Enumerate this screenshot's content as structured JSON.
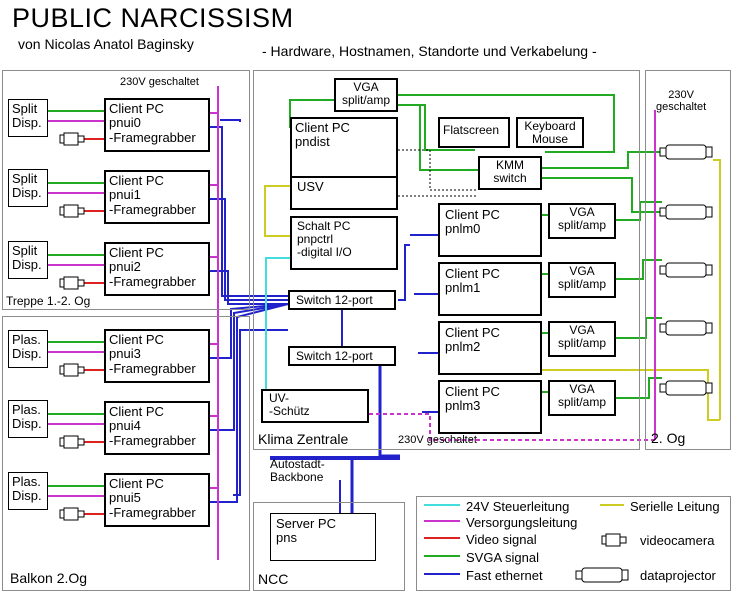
{
  "header": {
    "title": "PUBLIC NARCISSISM",
    "author": "von Nicolas Anatol Baginsky",
    "subtitle": "- Hardware, Hostnamen, Standorte und Verkabelung -"
  },
  "regions": {
    "treppe": "Treppe 1.-2. Og",
    "balkon": "Balkon 2.Og",
    "klima": "Klima Zentrale",
    "og2": "2. Og",
    "ncc": "NCC"
  },
  "power_labels": {
    "left": "230V geschaltet",
    "right": "230V\ngeschaltet",
    "bottom": "230V geschaltet"
  },
  "displays": [
    "Split\nDisp.",
    "Split\nDisp.",
    "Split\nDisp.",
    "Plas.\nDisp.",
    "Plas.\nDisp.",
    "Plas.\nDisp."
  ],
  "client_left": [
    "Client PC\npnui0\n-Framegrabber",
    "Client PC\npnui1\n-Framegrabber",
    "Client PC\npnui2\n-Framegrabber",
    "Client PC\npnui3\n-Framegrabber",
    "Client PC\npnui4\n-Framegrabber",
    "Client PC\npnui5\n-Framegrabber"
  ],
  "klima_boxes": {
    "vga_top": "VGA\nsplit/amp",
    "pndist": "Client PC\npndist",
    "flatscreen": "Flatscreen",
    "keyboard": "Keyboard\nMouse",
    "kmm": "KMM\nswitch",
    "usv": "USV",
    "schalt": "Schalt PC\npnpctrl\n-digital I/O",
    "switch1": "Switch 12-port",
    "switch2": "Switch 12-port",
    "uv": "UV-\n-Schütz"
  },
  "client_right": [
    "Client PC\npnlm0",
    "Client PC\npnlm1",
    "Client PC\npnlm2",
    "Client PC\npnlm3"
  ],
  "vga_right": [
    "VGA\nsplit/amp",
    "VGA\nsplit/amp",
    "VGA\nsplit/amp",
    "VGA\nsplit/amp"
  ],
  "backbone": "Autostadt-\nBackbone",
  "server": "Server PC\npns",
  "legend": {
    "items": [
      {
        "label": "24V Steuerleitung",
        "color": "#44dddd"
      },
      {
        "label": "Versorgungsleitung",
        "color": "#cc33cc"
      },
      {
        "label": "Video signal",
        "color": "#dd2222"
      },
      {
        "label": "SVGA signal",
        "color": "#22aa22"
      },
      {
        "label": "Fast ethernet",
        "color": "#2222cc"
      },
      {
        "label": "Serielle Leitung",
        "color": "#cccc22"
      }
    ],
    "videocamera": "videocamera",
    "dataprojector": "dataprojector"
  },
  "colors": {
    "control24v": "#44dddd",
    "power": "#cc33cc",
    "video": "#dd2222",
    "svga": "#22aa22",
    "ethernet": "#2222cc",
    "serial": "#cccc22",
    "region_border": "#8c8c8c"
  }
}
